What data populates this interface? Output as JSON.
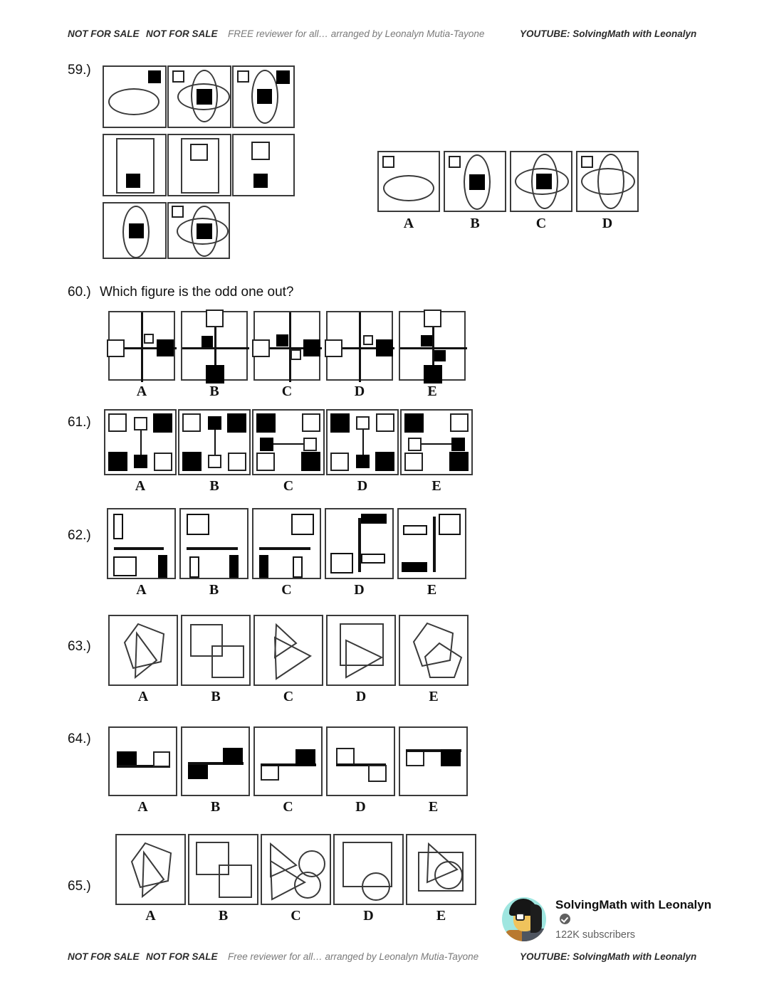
{
  "header": {
    "left1": "NOT FOR SALE",
    "left2": "NOT FOR SALE",
    "middle": "FREE reviewer for all… arranged by Leonalyn Mutia-Tayone",
    "right": "YOUTUBE: SolvingMath with Leonalyn"
  },
  "footer": {
    "left1": "NOT FOR SALE",
    "left2": "NOT FOR SALE",
    "middle": "Free reviewer for all… arranged by Leonalyn Mutia-Tayone",
    "right": "YOUTUBE: SolvingMath with Leonalyn"
  },
  "questions": [
    {
      "id": "q59",
      "number": "59.)",
      "prompt": ""
    },
    {
      "id": "q60",
      "number": "60.)",
      "prompt": "Which figure is the odd one out?"
    },
    {
      "id": "q61",
      "number": "61.)",
      "prompt": ""
    },
    {
      "id": "q62",
      "number": "62.)",
      "prompt": ""
    },
    {
      "id": "q63",
      "number": "63.)",
      "prompt": ""
    },
    {
      "id": "q64",
      "number": "64.)",
      "prompt": ""
    },
    {
      "id": "q65",
      "number": "65.)",
      "prompt": ""
    }
  ],
  "option_letters": {
    "a": "A",
    "b": "B",
    "c": "C",
    "d": "D",
    "e": "E"
  },
  "q59": {
    "matrix": {
      "rows": 3,
      "cols": 3,
      "cells": [
        {
          "pos": "r1c1",
          "content": "horizontal ellipse, black square top-right"
        },
        {
          "pos": "r1c2",
          "content": "crossed ellipses, white square top-left, black square center"
        },
        {
          "pos": "r1c3",
          "content": "vertical ellipse, white square top-left, black square top-right, black square center"
        },
        {
          "pos": "r2c1",
          "content": "tall rectangle outline, black square lower-left inside"
        },
        {
          "pos": "r2c2",
          "content": "tall rectangle outline, white square near top inside"
        },
        {
          "pos": "r2c3",
          "content": "white square upper-left, black square lower-left"
        },
        {
          "pos": "r3c1",
          "content": "vertical ellipse, black square center"
        },
        {
          "pos": "r3c2",
          "content": "crossed ellipses, white square top-left, black square center"
        },
        {
          "pos": "r3c3",
          "content": "missing cell (answer)"
        }
      ]
    },
    "options": [
      {
        "letter": "A",
        "content": "white square top-left, horizontal ellipse, no black square"
      },
      {
        "letter": "B",
        "content": "white square top-left, vertical ellipse, black square center"
      },
      {
        "letter": "C",
        "content": "white square top-left, crossed ellipses, black square center"
      },
      {
        "letter": "D",
        "content": "white square top-left, crossed ellipses, no black square"
      }
    ]
  },
  "q60": {
    "options": [
      {
        "letter": "A",
        "content": "cross, white square left, small white square above center, black square right"
      },
      {
        "letter": "B",
        "content": "cross, white square top, small black square above-left, black square bottom"
      },
      {
        "letter": "C",
        "content": "cross, white square left, small black square above center, small white square below center, black square right"
      },
      {
        "letter": "D",
        "content": "cross, white square left, small white square above center, black square right"
      },
      {
        "letter": "E",
        "content": "cross, white square top, small black square above-left, small black square below-right, black square bottom"
      }
    ]
  },
  "q61": {
    "options": [
      {
        "letter": "A",
        "content": "white TL, black TR, black BL, white BR, small white top joined by vertical line to small black bottom"
      },
      {
        "letter": "B",
        "content": "white TL, black TR, black BL, white BR, small black top joined by vertical line to small white bottom"
      },
      {
        "letter": "C",
        "content": "black TL, white TR, white BL, black BR, small black left joined by horizontal line to small white right"
      },
      {
        "letter": "D",
        "content": "black TL, white TR, white BL, black BR, small white top joined by vertical line to small black bottom"
      },
      {
        "letter": "E",
        "content": "black TL, white TR, white BL, black BR, small white left joined by horizontal line to small black right"
      }
    ]
  },
  "q62": {
    "options": [
      {
        "letter": "A",
        "content": "small white vertical bar top-left, horizontal line, white square bottom-left, black vertical bar bottom-right"
      },
      {
        "letter": "B",
        "content": "white square top-left, horizontal line, white vertical bar bottom-left, black vertical bar bottom-right"
      },
      {
        "letter": "C",
        "content": "white square top-right, horizontal line, black vertical bar bottom-left, white vertical bar bottom-right"
      },
      {
        "letter": "D",
        "content": "vertical line center, black horizontal bar top-right, white square bottom-left, white horizontal bar mid-right"
      },
      {
        "letter": "E",
        "content": "vertical line center, white horizontal bar top-left, white square top-right, black horizontal bar bottom-left"
      }
    ]
  },
  "q63": {
    "options": [
      {
        "letter": "A",
        "content": "pentagon overlapping triangle"
      },
      {
        "letter": "B",
        "content": "two overlapping squares"
      },
      {
        "letter": "C",
        "content": "triangle overlapping triangle"
      },
      {
        "letter": "D",
        "content": "square overlapping triangle"
      },
      {
        "letter": "E",
        "content": "two overlapping pentagons"
      }
    ]
  },
  "q64": {
    "options": [
      {
        "letter": "A",
        "content": "black square left raised, white square right raised, connecting bar"
      },
      {
        "letter": "B",
        "content": "black square left lowered, black square right raised, connecting bar"
      },
      {
        "letter": "C",
        "content": "white square left lowered, black square right raised, connecting bar"
      },
      {
        "letter": "D",
        "content": "white square left raised, white square right lowered, connecting bar"
      },
      {
        "letter": "E",
        "content": "white square left lowered, black square right lowered, connecting bar"
      }
    ]
  },
  "q65": {
    "options": [
      {
        "letter": "A",
        "content": "pentagon overlapping triangle"
      },
      {
        "letter": "B",
        "content": "two overlapping squares"
      },
      {
        "letter": "C",
        "content": "triangle with two overlapping circles"
      },
      {
        "letter": "D",
        "content": "square with one circle"
      },
      {
        "letter": "E",
        "content": "square with triangle and circle"
      }
    ]
  },
  "youtube_card": {
    "channel_name": "SolvingMath with Leonalyn",
    "subscribers": "122K subscribers",
    "verified": true
  }
}
